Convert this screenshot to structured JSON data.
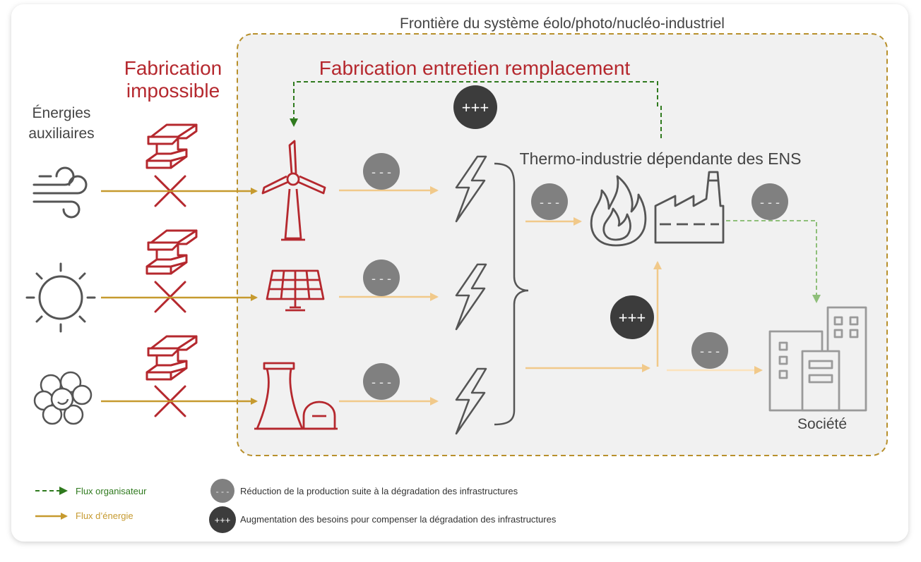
{
  "boundary_title": "Frontière du système éolo/photo/nucléo-industriel",
  "left_heading": [
    "Fabrication",
    "impossible"
  ],
  "top_heading": "Fabrication entretien remplacement",
  "aux_energies": [
    "Énergies",
    "auxiliaires"
  ],
  "thermo_label": "Thermo-industrie dépendante des ENS",
  "society_label": "Société",
  "minus_badge": "- - -",
  "plus_badge": "+++",
  "legend": {
    "organizer_flow": "Flux organisateur",
    "energy_flow": "Flux d’énergie",
    "reduction": "Réduction de la production suite à la dégradation des infrastructures",
    "increase": "Augmentation des besoins pour compenser la dégradation des infrastructures"
  },
  "colors": {
    "red": "#b5282e",
    "gold": "#c69a2f",
    "light_orange": "#f1c98a",
    "green": "#2f7a1e",
    "light_green": "#8fbf7a",
    "gray_icon": "#555555",
    "badge_gray": "#808080",
    "badge_dark": "#3c3c3c"
  },
  "icons": [
    "wind-icon",
    "sun-icon",
    "atom-cluster-icon",
    "steel-beam-icon",
    "wind-turbine-icon",
    "solar-panel-icon",
    "nuclear-plant-icon",
    "lightning-icon",
    "flame-icon",
    "factory-icon",
    "buildings-icon"
  ]
}
